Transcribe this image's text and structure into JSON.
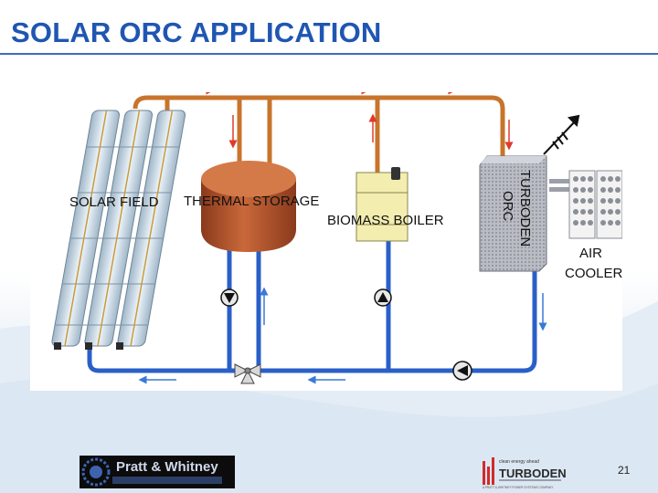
{
  "slide": {
    "title": "SOLAR ORC APPLICATION",
    "page_number": "21"
  },
  "diagram": {
    "labels": {
      "solar_field": "SOLAR FIELD",
      "thermal_storage": "THERMAL STORAGE",
      "biomass_boiler": "BIOMASS BOILER",
      "turboden_orc_line1": "TURBODEN",
      "turboden_orc_line2": "ORC",
      "air_cooler_line1": "AIR",
      "air_cooler_line2": "COOLER"
    },
    "colors": {
      "hot_pipe": "#c8742c",
      "cold_pipe": "#2a5fc8",
      "flow_arrow": "#e03a2a",
      "return_arrow": "#3a78d8",
      "storage_tank": "#b0532a",
      "boiler": "#f3edb0"
    }
  },
  "footer": {
    "left_logo": {
      "name": "Pratt & Whitney",
      "icon": "pratt-whitney-eagle-logo"
    },
    "right_logo": {
      "name": "TURBODEN",
      "tagline": "clean energy ahead",
      "subtitle": "A PRATT & WHITNEY POWER SYSTEMS COMPANY",
      "icon": "turboden-tower-logo"
    }
  }
}
